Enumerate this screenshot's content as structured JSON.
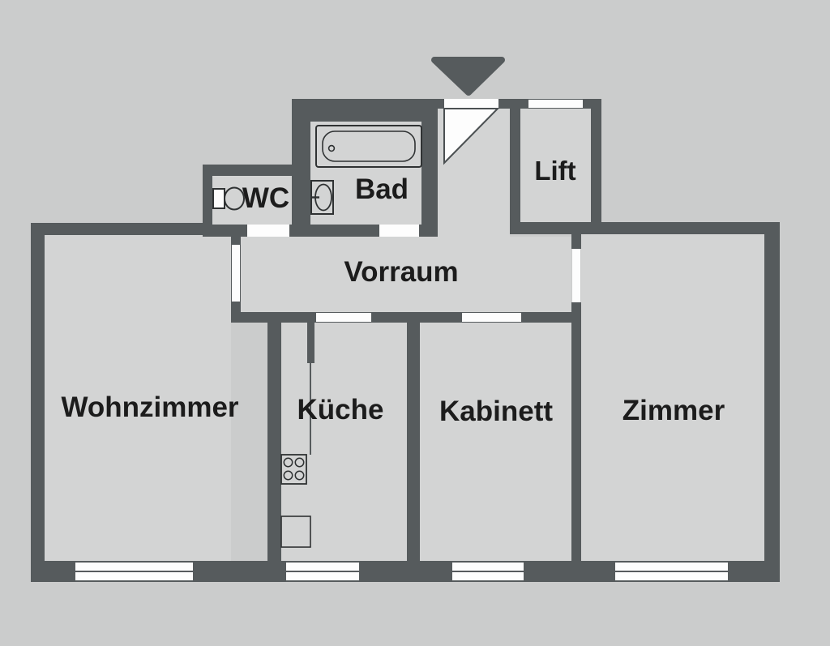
{
  "title": "Apartment floor plan",
  "colors": {
    "wall": "#565b5d",
    "outside": "#cbcccc",
    "room": "#d3d4d4",
    "opening": "#fdfdfd",
    "text": "#1c1c1c"
  },
  "rooms": {
    "wohnzimmer": {
      "label": "Wohnzimmer"
    },
    "kueche": {
      "label": "Küche"
    },
    "kabinett": {
      "label": "Kabinett"
    },
    "zimmer": {
      "label": "Zimmer"
    },
    "vorraum": {
      "label": "Vorraum"
    },
    "bad": {
      "label": "Bad"
    },
    "wc": {
      "label": "WC"
    },
    "lift": {
      "label": "Lift"
    }
  },
  "fixtures": {
    "entrance_marker": "entrance-arrow",
    "entrance_door": "entrance-door-swing",
    "bathtub": "bathtub",
    "bad_sink": "washbasin",
    "wc_toilet": "toilet",
    "stove": "stove-4-burners",
    "kitchen_cabinet": "kitchen-cabinet",
    "windows": 4
  }
}
